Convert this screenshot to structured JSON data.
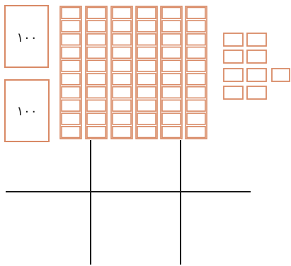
{
  "colors": {
    "block_stroke": "#d98a66",
    "line": "#1a1a1a",
    "text": "#222222",
    "background": "#ffffff"
  },
  "hundreds": {
    "count": 2,
    "labels": [
      "١٠٠",
      "١٠٠"
    ]
  },
  "tens": {
    "rods": 6,
    "cells_per_rod": 10
  },
  "ones": {
    "grouped": 8,
    "single": 1,
    "total": 9
  },
  "place_value_chart": {
    "columns": 3,
    "rows": 2
  }
}
